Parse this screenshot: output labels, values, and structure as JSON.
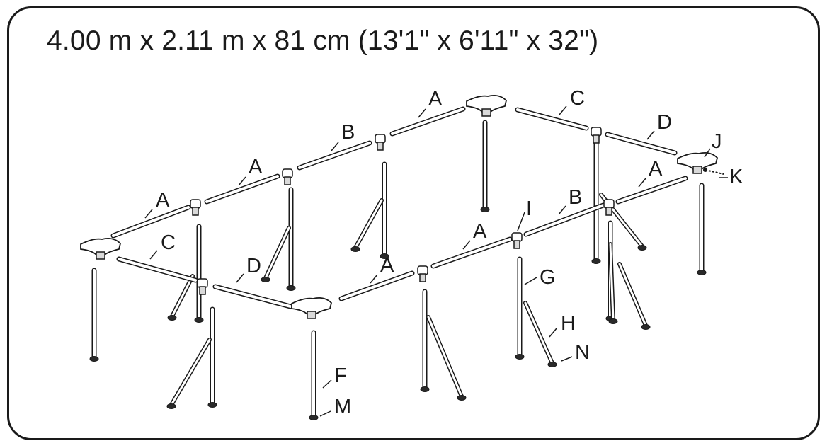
{
  "title": "4.00 m x 2.11 m x 81 cm (13'1\" x 6'11\" x 32\")",
  "part_labels": [
    "A",
    "B",
    "C",
    "D",
    "F",
    "G",
    "H",
    "I",
    "J",
    "K",
    "M",
    "N"
  ],
  "colors": {
    "line": "#1a1a1a",
    "fill": "#ffffff",
    "shade": "#d9d9d9"
  }
}
